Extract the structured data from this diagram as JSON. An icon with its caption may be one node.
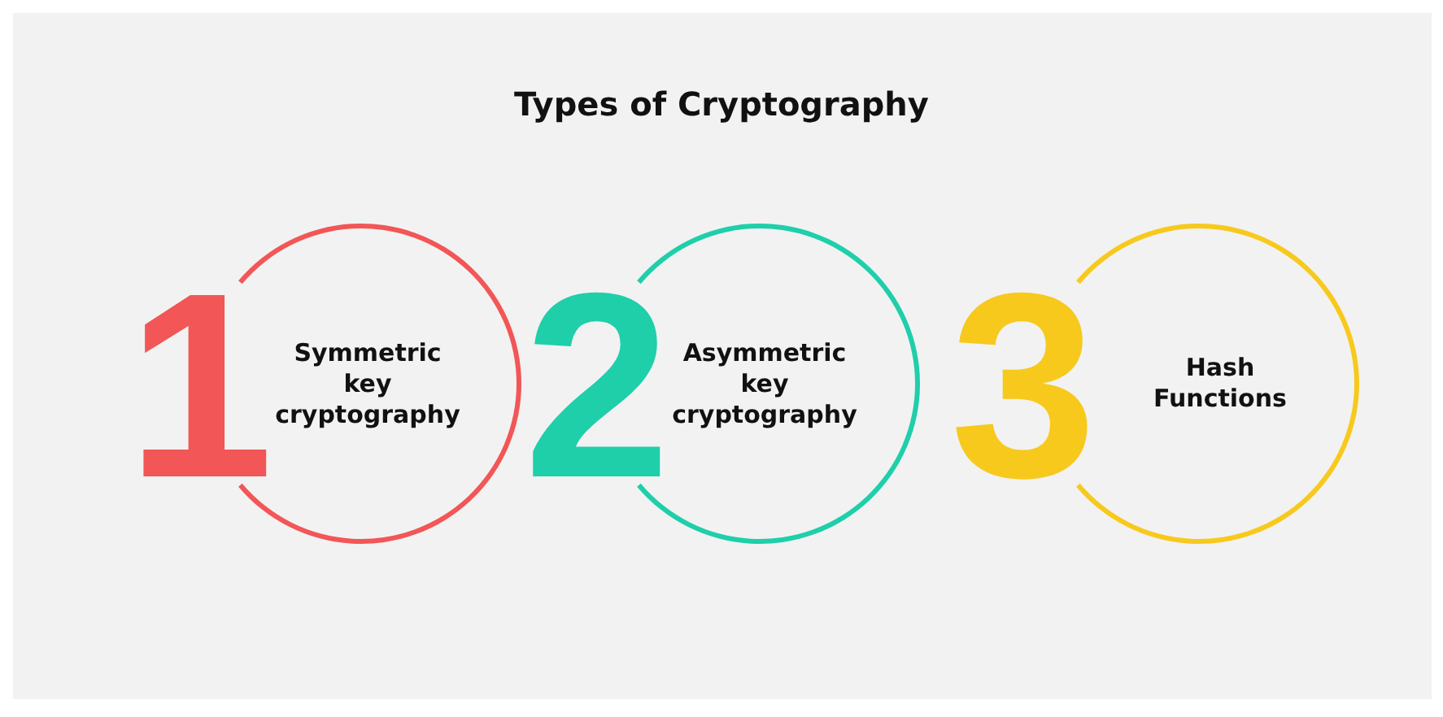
{
  "diagram": {
    "title": "Types of Cryptography",
    "nodes": [
      {
        "text": [
          "1",
          "Symmetric key cryptography"
        ]
      },
      {
        "text": [
          "2",
          "Asymmetric key cryptography"
        ]
      },
      {
        "text": [
          "3",
          "Hash Functions"
        ]
      }
    ]
  }
}
